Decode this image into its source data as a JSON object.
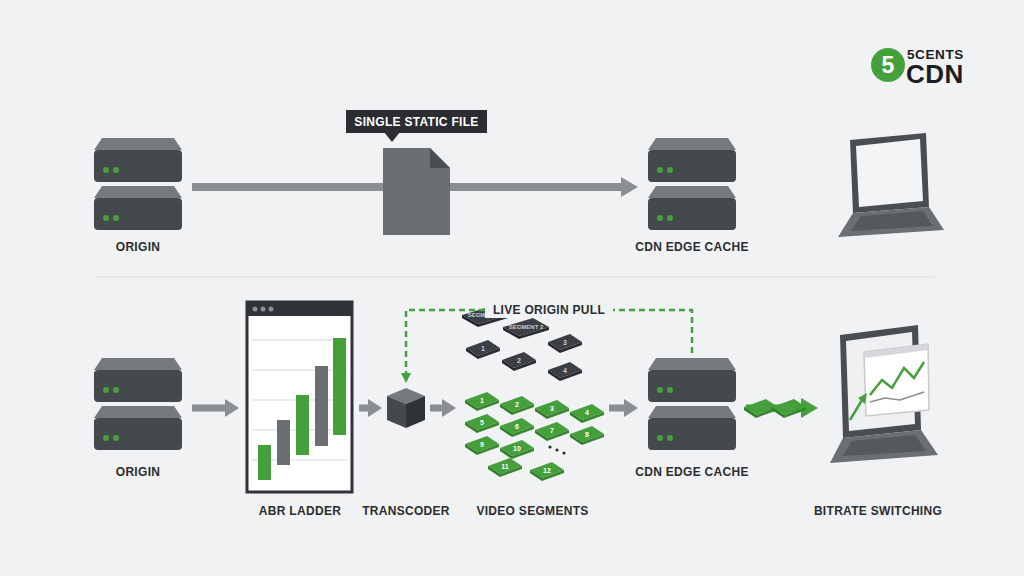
{
  "diagram": {
    "nodes": [
      {
        "text": [
          "5"
        ]
      },
      {
        "text": [
          "SINGLE STATIC FILE"
        ]
      },
      {
        "text": [
          "ORIGIN"
        ]
      },
      {
        "text": [
          "CDN EDGE CACHE"
        ]
      },
      {
        "text": [
          "ORIGIN"
        ]
      },
      {
        "text": [
          "ABR LADDER"
        ]
      },
      {
        "text": [
          "TRANSCODER"
        ]
      },
      {
        "text": [
          "VIDEO SEGMENTS"
        ]
      },
      {
        "text": [
          "CDN EDGE CACHE"
        ]
      },
      {
        "text": [
          "BITRATE SWITCHING"
        ]
      }
    ],
    "edges": [
      {
        "from": 2,
        "to": 3,
        "arrow": "to"
      },
      {
        "from": 4,
        "to": 5,
        "arrow": "to"
      },
      {
        "from": 5,
        "to": 6,
        "arrow": "to"
      },
      {
        "from": 6,
        "to": 7,
        "arrow": "to"
      },
      {
        "from": 7,
        "to": 8,
        "arrow": "to"
      },
      {
        "from": 8,
        "to": 6,
        "label": "LIVE ORIGIN PULL",
        "arrow": "to"
      },
      {
        "from": 8,
        "to": 9,
        "arrow": "to"
      }
    ],
    "labels": [
      "5CENTS",
      "CDN",
      "SEGMENT 1",
      "SEGMENT 2",
      "1",
      "2",
      "3",
      "4",
      "1",
      "2",
      "3",
      "4",
      "5",
      "6",
      "7",
      "8",
      "9",
      "10",
      "11",
      "12"
    ]
  }
}
